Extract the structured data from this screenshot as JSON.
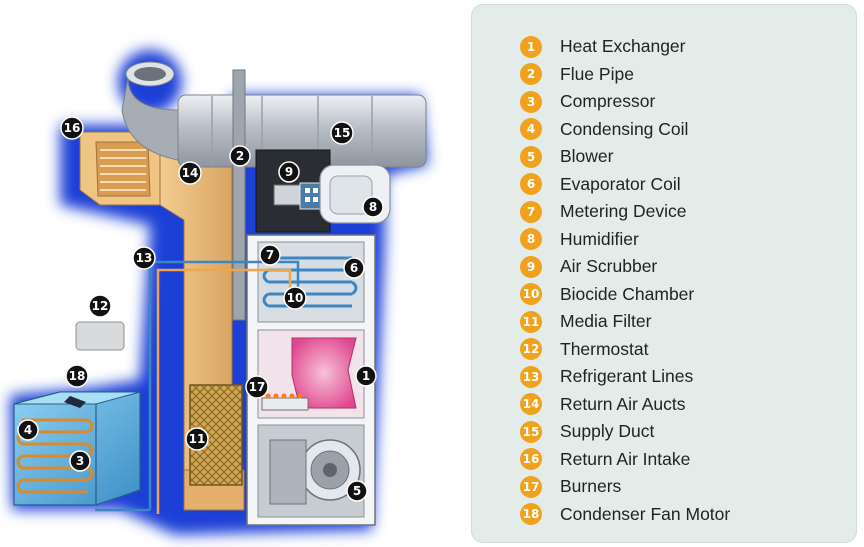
{
  "legend": [
    {
      "number": "1",
      "label": "Heat Exchanger"
    },
    {
      "number": "2",
      "label": "Flue Pipe"
    },
    {
      "number": "3",
      "label": "Compressor"
    },
    {
      "number": "4",
      "label": "Condensing Coil"
    },
    {
      "number": "5",
      "label": "Blower"
    },
    {
      "number": "6",
      "label": "Evaporator Coil"
    },
    {
      "number": "7",
      "label": "Metering Device"
    },
    {
      "number": "8",
      "label": "Humidifier"
    },
    {
      "number": "9",
      "label": "Air Scrubber"
    },
    {
      "number": "10",
      "label": "Biocide Chamber"
    },
    {
      "number": "11",
      "label": "Media Filter"
    },
    {
      "number": "12",
      "label": "Thermostat"
    },
    {
      "number": "13",
      "label": "Refrigerant Lines"
    },
    {
      "number": "14",
      "label": "Return Air Aucts"
    },
    {
      "number": "15",
      "label": "Supply Duct"
    },
    {
      "number": "16",
      "label": "Return Air Intake"
    },
    {
      "number": "17",
      "label": "Burners"
    },
    {
      "number": "18",
      "label": "Condenser Fan Motor"
    }
  ],
  "colors": {
    "legend_badge": "#f0a21c",
    "legend_panel": "#e4ece9",
    "glow": "#1a3fd6",
    "return_duct": "#e8b877",
    "supply_duct": "#bfc4cb",
    "heat_exchanger": "#e84d9a",
    "filter": "#c89a44",
    "refrigerant_line": "#3c86c4",
    "condenser_unit": "#5aa9d8",
    "copper_coil": "#d98a2b"
  }
}
